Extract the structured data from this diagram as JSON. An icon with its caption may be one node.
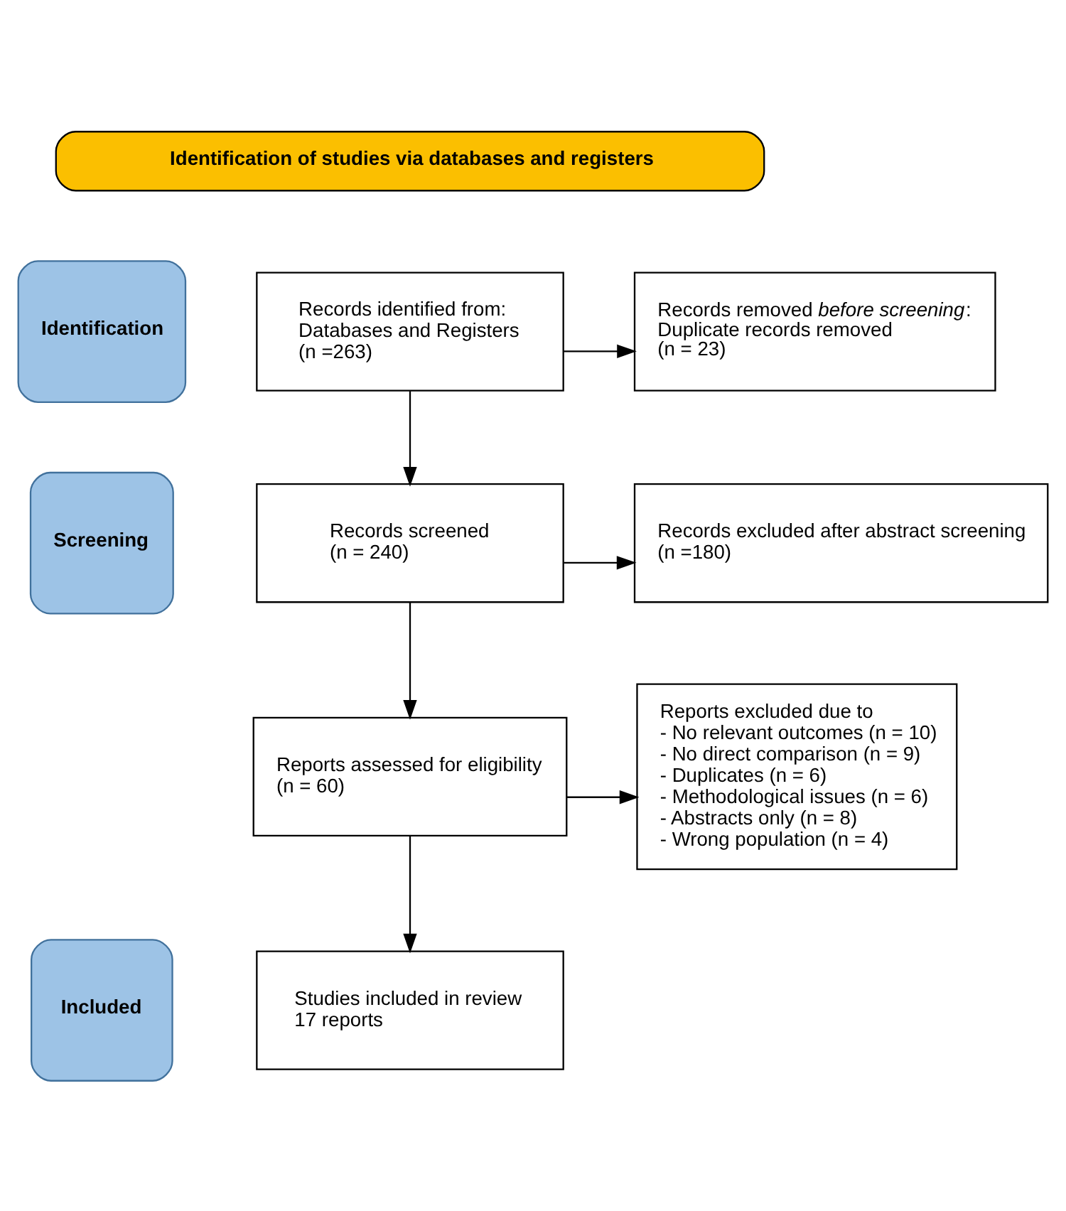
{
  "diagram": {
    "nodes": [
      {
        "text": [
          "Identification of studies via databases and registers"
        ]
      },
      {
        "text": [
          "Identification"
        ]
      },
      {
        "text": [
          "Records identified from:",
          "Databases and Registers",
          "(n =263)"
        ]
      },
      {
        "text": [
          "Records removed *before screening*:",
          "Duplicate records removed",
          "(n = 23)"
        ]
      },
      {
        "text": [
          "Screening"
        ]
      },
      {
        "text": [
          "Records screened",
          "(n = 240)"
        ]
      },
      {
        "text": [
          "Records excluded after abstract screening",
          "(n =180)"
        ]
      },
      {
        "text": [
          "Reports assessed for eligibility",
          "(n = 60)"
        ]
      },
      {
        "text": [
          "Reports excluded due to",
          "- No relevant outcomes (n = 10)",
          "- No direct comparison (n = 9)",
          "- Duplicates (n = 6)",
          "- Methodological issues (n = 6)",
          "- Abstracts only (n = 8)",
          "- Wrong population (n = 4)"
        ]
      },
      {
        "text": [
          "Included"
        ]
      },
      {
        "text": [
          "Studies included in review",
          "17 reports"
        ]
      }
    ],
    "edges": [
      {
        "from": 2,
        "to": 3,
        "arrow": "to"
      },
      {
        "from": 2,
        "to": 5,
        "arrow": "to"
      },
      {
        "from": 5,
        "to": 6,
        "arrow": "to"
      },
      {
        "from": 5,
        "to": 7,
        "arrow": "to"
      },
      {
        "from": 7,
        "to": 8,
        "arrow": "to"
      },
      {
        "from": 7,
        "to": 10,
        "arrow": "to"
      }
    ]
  }
}
